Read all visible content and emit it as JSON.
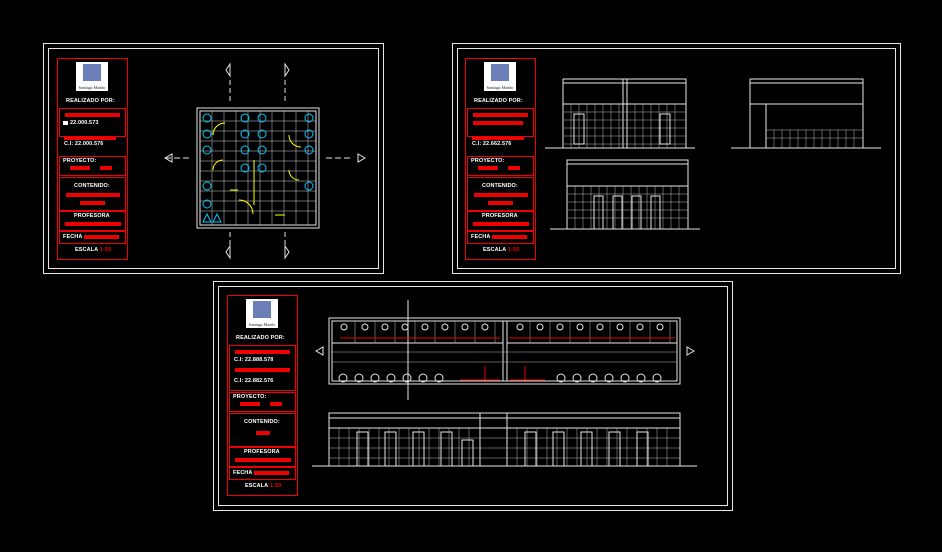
{
  "sheets": [
    {
      "logo_text": "Santiago Mariño",
      "realizado": "REALIZADO POR:",
      "ci_1": "22.000.573",
      "ci_2": "C.I: 22.000.576",
      "proyecto": "PROYECTO:",
      "contenido": "CONTENIDO:",
      "profesora": "PROFESORA",
      "fecha": "FECHA",
      "escala": "ESCALA",
      "escala_val": "1:50"
    },
    {
      "logo_text": "Santiago Mariño",
      "realizado": "REALIZADO POR:",
      "ci_1": "",
      "ci_2": "C.I: 22.662.576",
      "proyecto": "PROYECTO:",
      "contenido": "CONTENIDO:",
      "profesora": "PROFESORA",
      "fecha": "FECHA",
      "escala": "ESCALA",
      "escala_val": "1:50"
    },
    {
      "logo_text": "Santiago Mariño",
      "realizado": "REALIZADO POR:",
      "ci_1": "C.I: 22.888.578",
      "ci_2": "C.I: 22.882.576",
      "proyecto": "PROYECTO:",
      "contenido": "CONTENIDO:",
      "profesora": "PROFESORA",
      "fecha": "FECHA",
      "escala": "ESCALA",
      "escala_val": "1:50"
    }
  ],
  "colors": {
    "background": "#000000",
    "line": "#e6e6e6",
    "accent": "#e00000",
    "fixture": "#00c8ff",
    "door": "#ffff00"
  }
}
